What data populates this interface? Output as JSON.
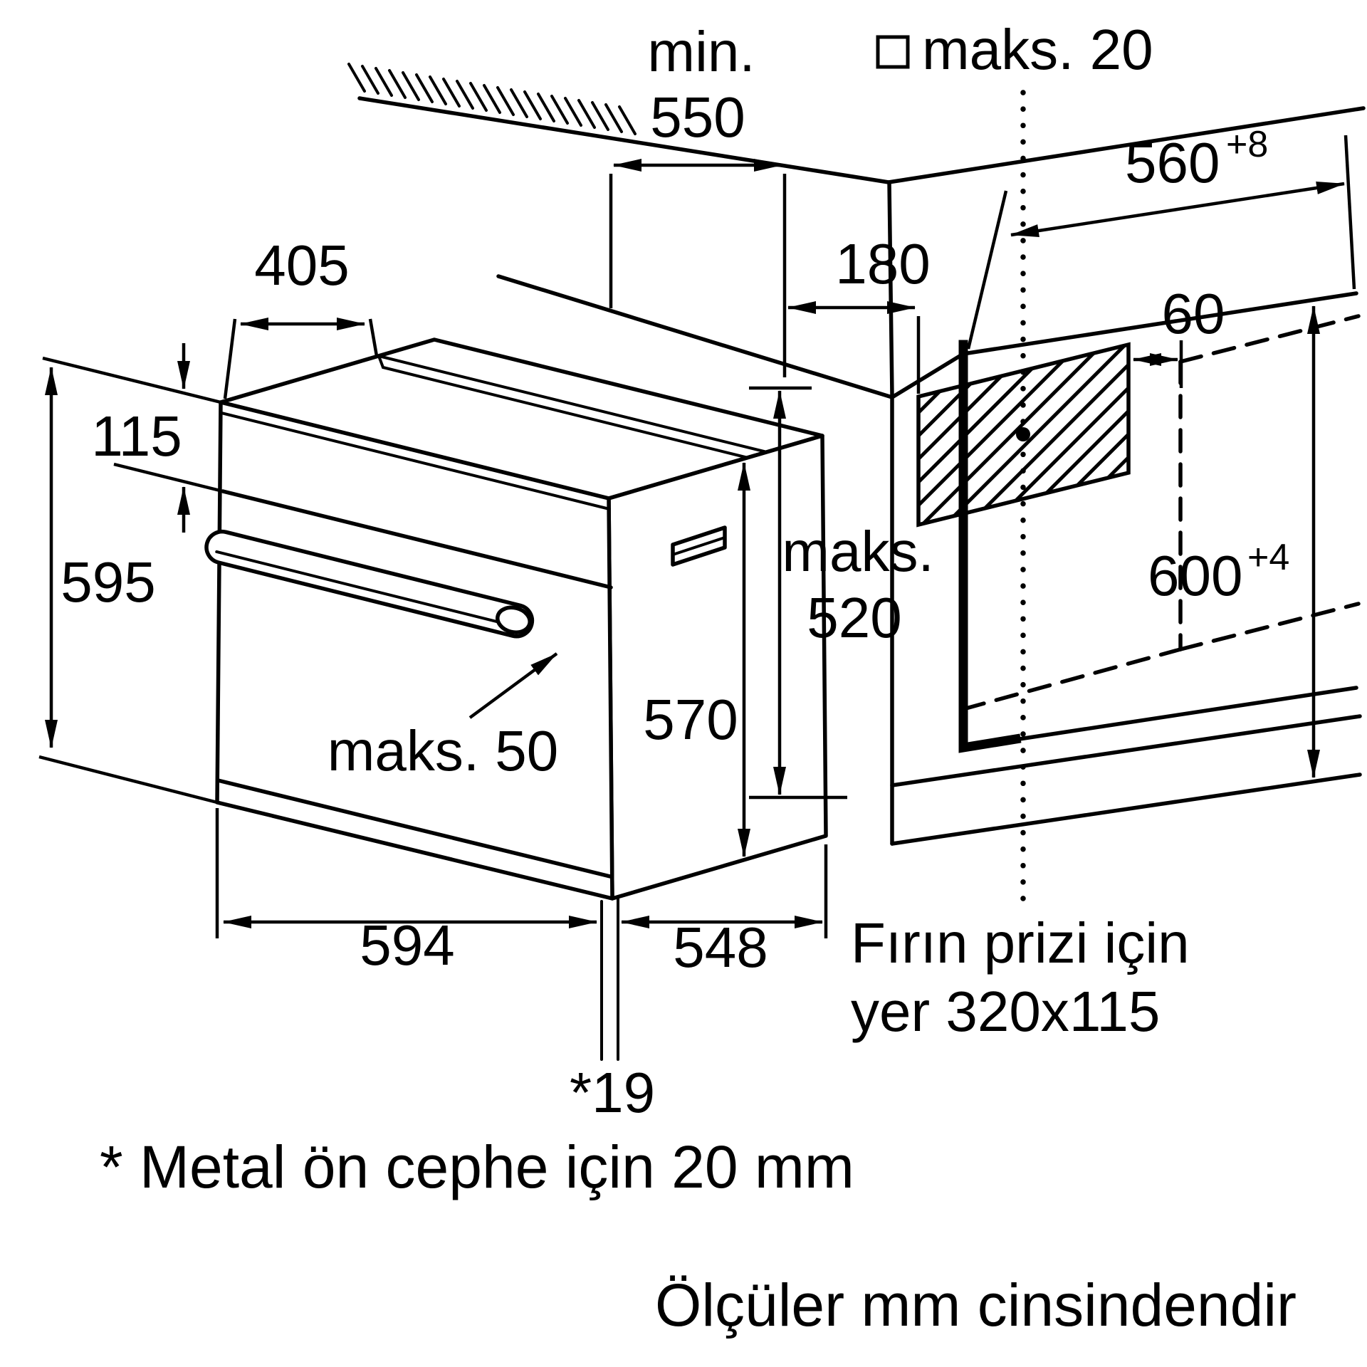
{
  "diagram": {
    "labels": {
      "min_line1": "min.",
      "min_line2": "550",
      "maks20": "maks. 20",
      "d560": "560",
      "d560_sup": "+8",
      "d405": "405",
      "d180": "180",
      "d60": "60",
      "d115": "115",
      "d595": "595",
      "maks520_line1": "maks.",
      "maks520_line2": "520",
      "d600": "600",
      "d600_sup": "+4",
      "maks50": "maks. 50",
      "d570": "570",
      "d594": "594",
      "d548": "548",
      "socket_line1": "Fırın prizi için",
      "socket_line2": "yer 320x115",
      "d19": "*19"
    },
    "notes": {
      "front_note": "* Metal ön cephe için 20 mm",
      "units_note": "Ölçüler mm cinsindendir"
    },
    "colors": {
      "line": "#000000",
      "background": "#ffffff"
    }
  }
}
